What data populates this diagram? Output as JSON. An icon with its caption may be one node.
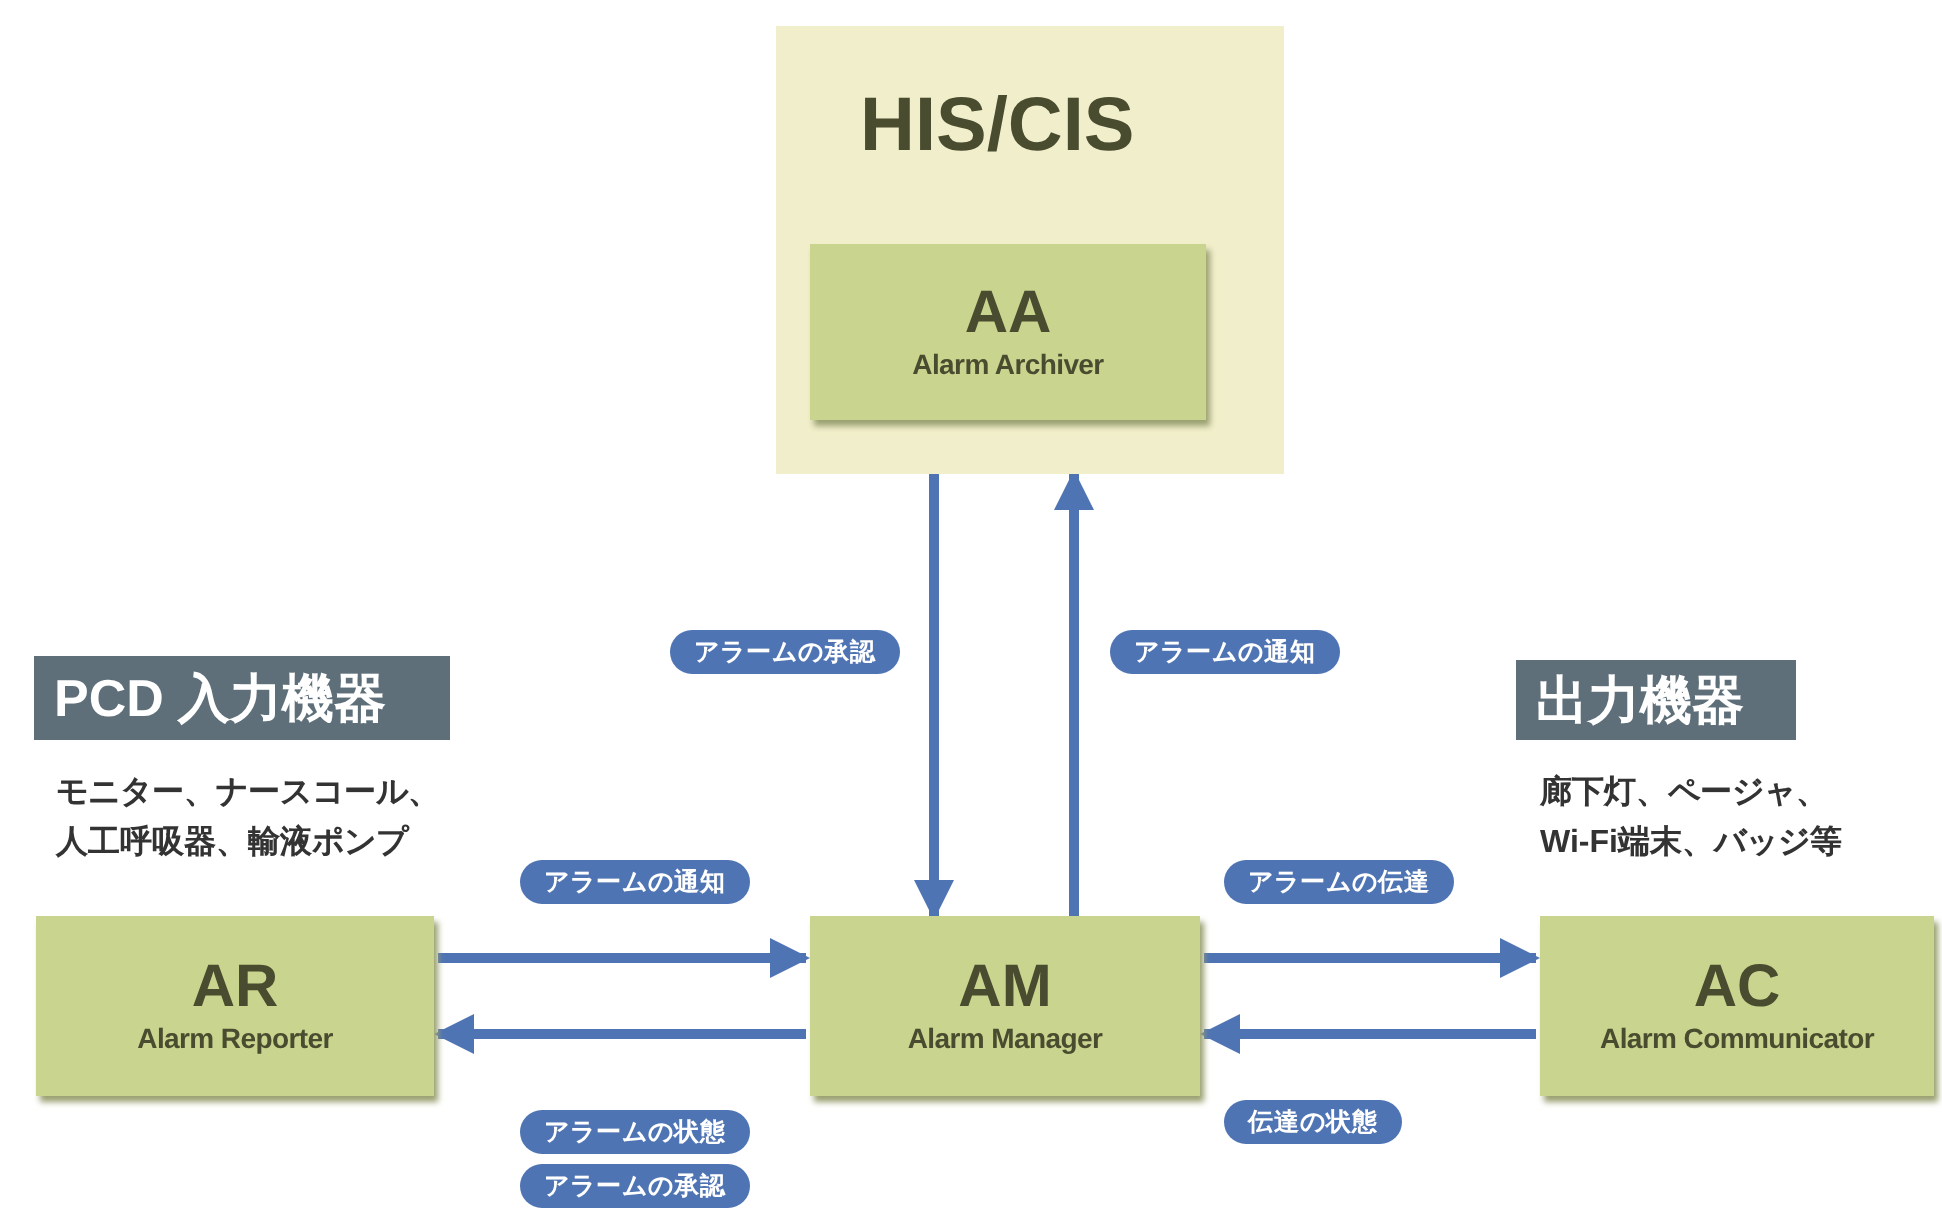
{
  "diagram": {
    "nodes": [
      {
        "text": [
          "HIS/CIS"
        ]
      },
      {
        "text": [
          "AA",
          "Alarm Archiver"
        ],
        "in": 0
      },
      {
        "text": [
          "PCD 入力機器"
        ],
        "beside": [
          "モニター、ナースコール、人工呼吸器、輸液ポンプ"
        ]
      },
      {
        "text": [
          "AR",
          "Alarm Reporter"
        ]
      },
      {
        "text": [
          "AM",
          "Alarm Manager"
        ]
      },
      {
        "text": [
          "出力機器"
        ],
        "beside": [
          "廊下灯、ページャ、Wi-Fi端末、バッジ等"
        ]
      },
      {
        "text": [
          "AC",
          "Alarm Communicator"
        ]
      }
    ],
    "edges": [
      {
        "from": 0,
        "to": 4,
        "arrow": "to",
        "label": "アラームの承認"
      },
      {
        "from": 4,
        "to": 0,
        "arrow": "to",
        "label": "アラームの通知"
      },
      {
        "from": 3,
        "to": 4,
        "arrow": "to",
        "label": "アラームの通知"
      },
      {
        "from": 4,
        "to": 3,
        "arrow": "to",
        "label": "アラームの状態"
      },
      {
        "from": 4,
        "to": 6,
        "arrow": "to",
        "label": "アラームの伝達"
      },
      {
        "from": 6,
        "to": 4,
        "arrow": "to",
        "label": "伝達の状態"
      }
    ],
    "labels": [
      "アラームの承認"
    ]
  }
}
